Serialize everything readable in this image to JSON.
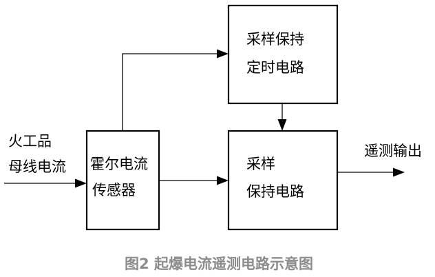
{
  "diagram": {
    "input_label": {
      "line1": "火工品",
      "line2": "母线电流"
    },
    "hall_sensor": {
      "line1": "霍尔电流",
      "line2": "传感器"
    },
    "timing_block": {
      "line1": "采样保持",
      "line2": "定时电路"
    },
    "sample_hold_block": {
      "line1": "采样",
      "line2": "保持电路"
    },
    "output_label": "遥测输出",
    "caption": "图2 起爆电流遥测电路示意图"
  }
}
